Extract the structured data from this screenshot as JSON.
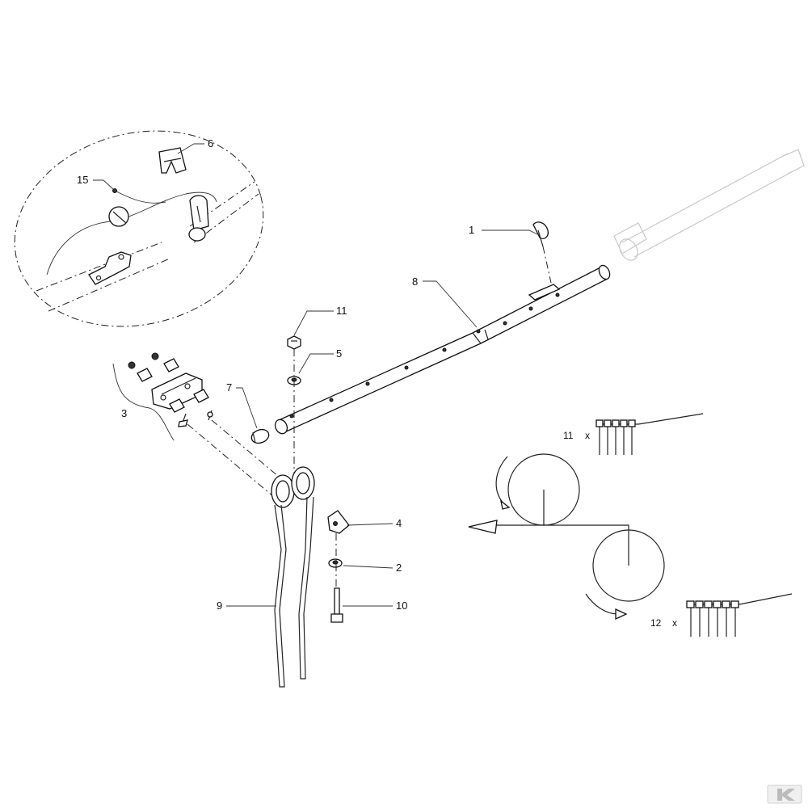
{
  "callouts": {
    "c1": "1",
    "c2": "2",
    "c3": "3",
    "c4": "4",
    "c5": "5",
    "c6": "6",
    "c7": "7",
    "c8": "8",
    "c9": "9",
    "c10": "10",
    "c11": "11",
    "c15": "15"
  },
  "rotation_legend": {
    "count_top": "11",
    "count_bottom": "12",
    "times_symbol": "x"
  },
  "colors": {
    "line": "#222222",
    "ghost": "#c8c8c8",
    "background": "#ffffff"
  },
  "logo": {
    "icon": "brand-logo-mark"
  }
}
